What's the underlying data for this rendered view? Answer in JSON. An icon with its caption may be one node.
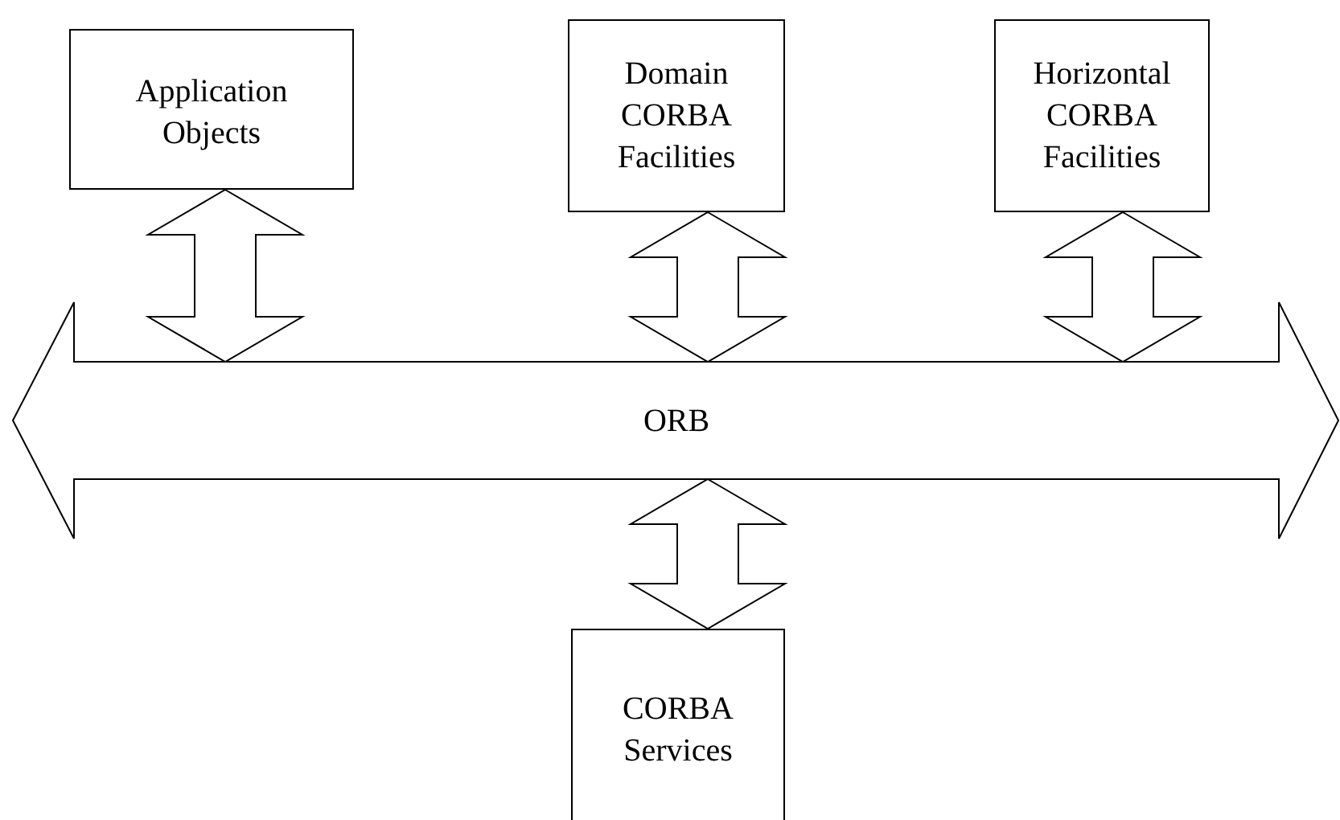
{
  "diagram": {
    "nodes": [
      {
        "text": [
          "Application Objects"
        ]
      },
      {
        "text": [
          "Domain CORBA Facilities"
        ]
      },
      {
        "text": [
          "Horizontal CORBA Facilities"
        ]
      },
      {
        "text": [
          "ORB"
        ]
      },
      {
        "text": [
          "CORBA Services"
        ]
      }
    ],
    "edges": [
      {
        "from": 0,
        "to": 3,
        "arrow": "both"
      },
      {
        "from": 1,
        "to": 3,
        "arrow": "both"
      },
      {
        "from": 2,
        "to": 3,
        "arrow": "both"
      },
      {
        "from": 3,
        "to": 4,
        "arrow": "both"
      }
    ]
  }
}
